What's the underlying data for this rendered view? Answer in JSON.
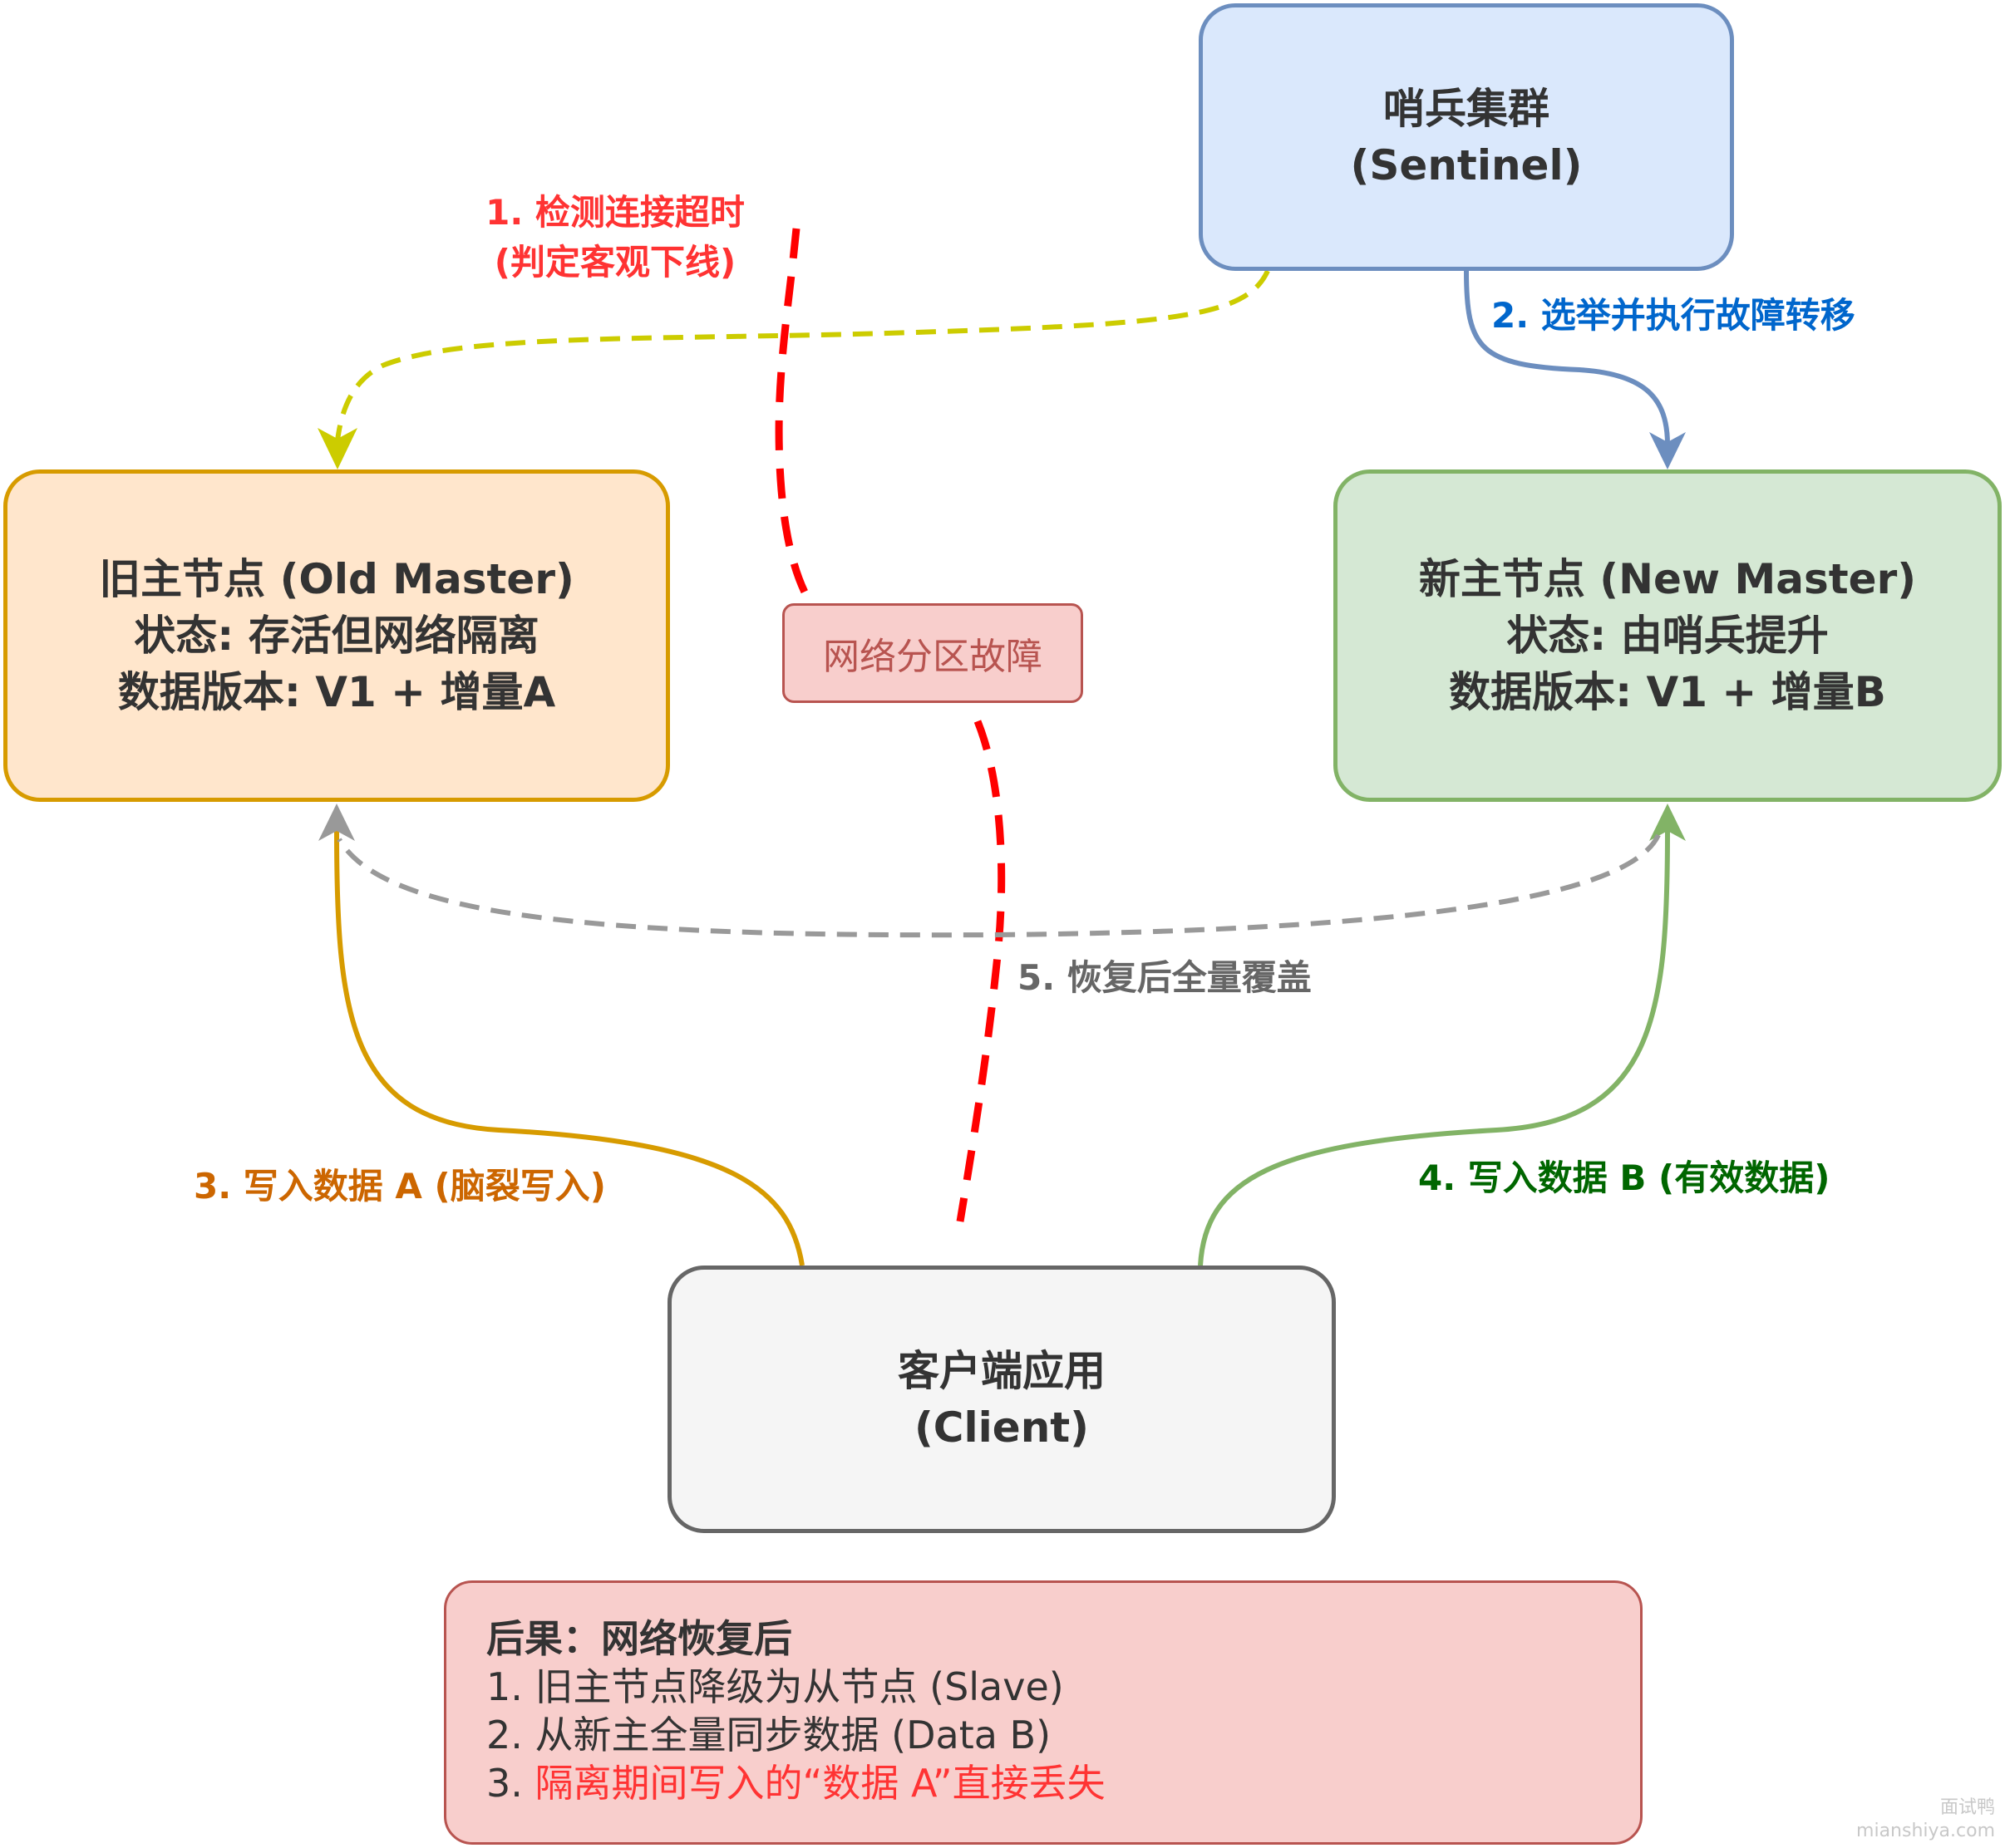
{
  "nodes": {
    "sentinel": {
      "line1": "哨兵集群",
      "line2": "(Sentinel)"
    },
    "old_master": {
      "line1": "旧主节点 (Old Master)",
      "line2": "状态: 存活但网络隔离",
      "line3": "数据版本: V1 + 增量A"
    },
    "new_master": {
      "line1": "新主节点 (New Master)",
      "line2": "状态: 由哨兵提升",
      "line3": "数据版本: V1 + 增量B"
    },
    "client": {
      "line1": "客户端应用",
      "line2": "(Client)"
    },
    "partition": {
      "label": "网络分区故障"
    }
  },
  "edges": {
    "detect": {
      "line1": "1. 检测连接超时",
      "line2": "(判定客观下线)",
      "color": "#cccc00"
    },
    "failover": {
      "label": "2. 选举并执行故障转移",
      "color": "#6c8ebf"
    },
    "write_a": {
      "label": "3. 写入数据 A (脑裂写入)",
      "color": "#d79b00"
    },
    "write_b": {
      "label": "4. 写入数据 B (有效数据)",
      "color": "#82b366"
    },
    "overwrite": {
      "label": "5. 恢复后全量覆盖",
      "color": "#999999"
    },
    "partition_line_color": "#ff0000"
  },
  "consequence": {
    "title": "后果：网络恢复后",
    "items": [
      "1. 旧主节点降级为从节点 (Slave)",
      "2. 从新主全量同步数据 (Data B)"
    ],
    "item3_prefix": "3. ",
    "item3_highlight": "隔离期间写入的“数据 A”直接丢失"
  },
  "watermark": {
    "line1": "面试鸭",
    "line2": "mianshiya.com"
  }
}
